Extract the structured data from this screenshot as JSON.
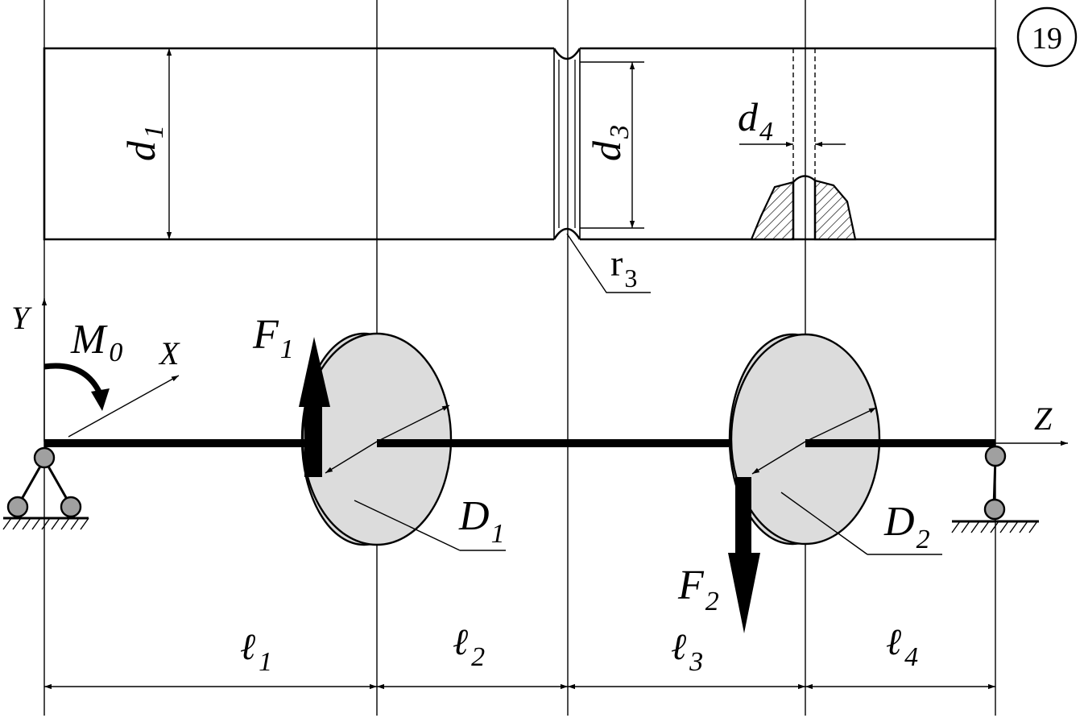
{
  "badge": "19",
  "shaft_labels": {
    "d1": {
      "main": "d",
      "sub": "1"
    },
    "d3": {
      "main": "d",
      "sub": "3"
    },
    "d4": {
      "main": "d",
      "sub": "4"
    },
    "r3": {
      "main": "r",
      "sub": "3"
    }
  },
  "axes": {
    "y": "Y",
    "x": "X",
    "z": "Z"
  },
  "loads": {
    "m0": {
      "main": "M",
      "sub": "0"
    },
    "f1": {
      "main": "F",
      "sub": "1"
    },
    "f2": {
      "main": "F",
      "sub": "2"
    }
  },
  "disks": {
    "d1": {
      "main": "D",
      "sub": "1"
    },
    "d2": {
      "main": "D",
      "sub": "2"
    }
  },
  "spans": [
    {
      "main": "ℓ",
      "sub": "1"
    },
    {
      "main": "ℓ",
      "sub": "2"
    },
    {
      "main": "ℓ",
      "sub": "3"
    },
    {
      "main": "ℓ",
      "sub": "4"
    }
  ]
}
